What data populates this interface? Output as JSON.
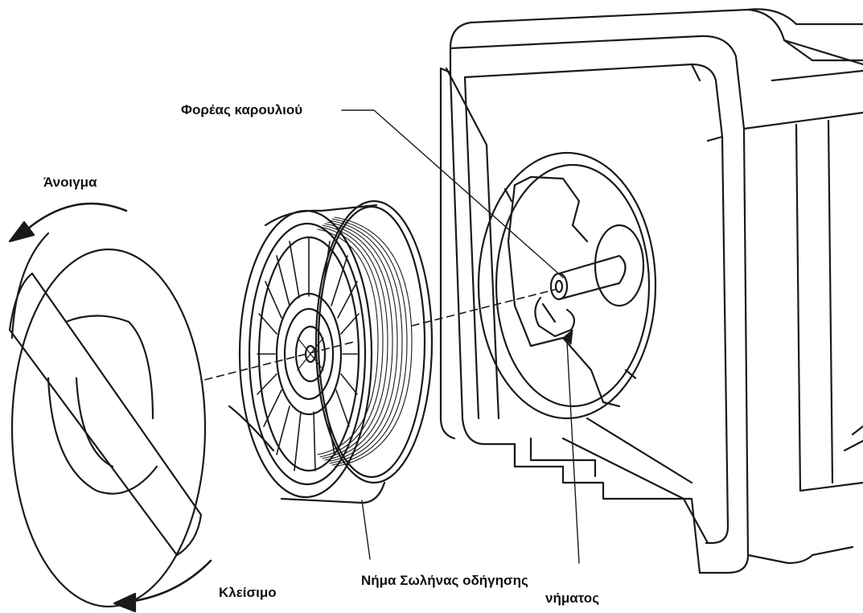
{
  "labels": {
    "spool_holder": "Φορέας καρουλιού",
    "open": "Άνοιγμα",
    "close": "Κλείσιμο",
    "filament_guide_line1": "Νήμα Σωλήνας οδήγησης",
    "filament_guide_line2": "νήματος"
  },
  "colors": {
    "line": "#1a1a1a",
    "background": "#ffffff"
  }
}
